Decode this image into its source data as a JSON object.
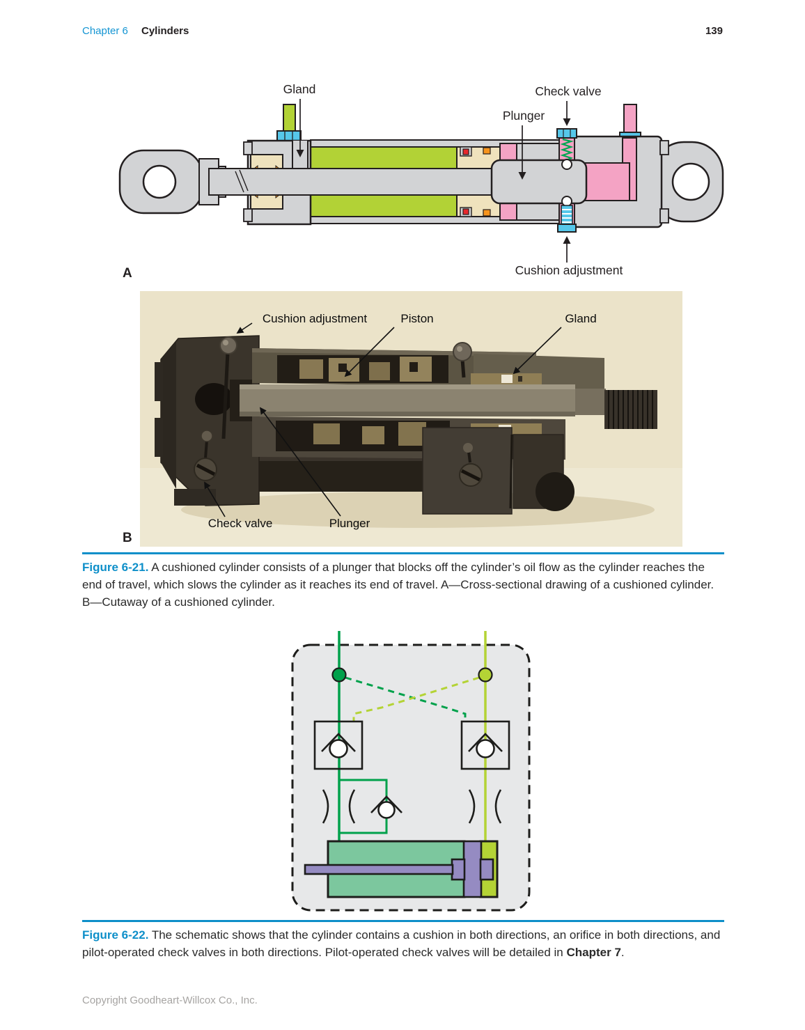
{
  "header": {
    "chapter_label": "Chapter 6",
    "section_title": "Cylinders",
    "page_number": "139"
  },
  "figure_a": {
    "panel_label": "A",
    "callouts": {
      "gland": "Gland",
      "check_valve": "Check valve",
      "plunger": "Plunger",
      "cushion_adjustment": "Cushion adjustment"
    }
  },
  "figure_b": {
    "panel_label": "B",
    "callouts": {
      "cushion_adjustment": "Cushion adjustment",
      "piston": "Piston",
      "gland": "Gland",
      "check_valve": "Check valve",
      "plunger": "Plunger"
    }
  },
  "captions": {
    "figure_21": {
      "label": "Figure 6-21.",
      "body": " A cushioned cylinder consists of a plunger that blocks off the cylinder’s oil flow as the cylinder reaches the end of travel, which slows the cylinder as it reaches its end of travel. A—Cross-sectional drawing of a cushioned cylinder. B—Cutaway of a cushioned cylinder."
    },
    "figure_22": {
      "label": "Figure 6-22.",
      "body": " The schematic shows that the cylinder contains a cushion in both directions, an orifice in both directions, and pilot-operated check valves in both directions. Pilot-operated check valves will be detailed in ",
      "bold_ref": "Chapter 7",
      "body_end": "."
    }
  },
  "footer": {
    "copyright_text": "Copyright Goodheart-Willcox Co., Inc."
  },
  "colors": {
    "accent_blue": "#1495d3",
    "caption_blue": "#0e8fc9",
    "diagram_green": "#b2d236",
    "diagram_pink": "#f4a3c4",
    "diagram_tan": "#efe2bd",
    "diagram_gray": "#d2d3d5",
    "fitting_blue": "#56c7ea",
    "spring_green": "#00a651",
    "seal_orange": "#f7941d",
    "seal_red": "#e8282d",
    "schematic_bg": "#e7e8e9",
    "schematic_green": "#00a14b",
    "schematic_lime": "#b4d335",
    "schematic_cylinder_green": "#7cc79e",
    "schematic_purple": "#958bc2",
    "photo_background": "#ebe3c9"
  }
}
